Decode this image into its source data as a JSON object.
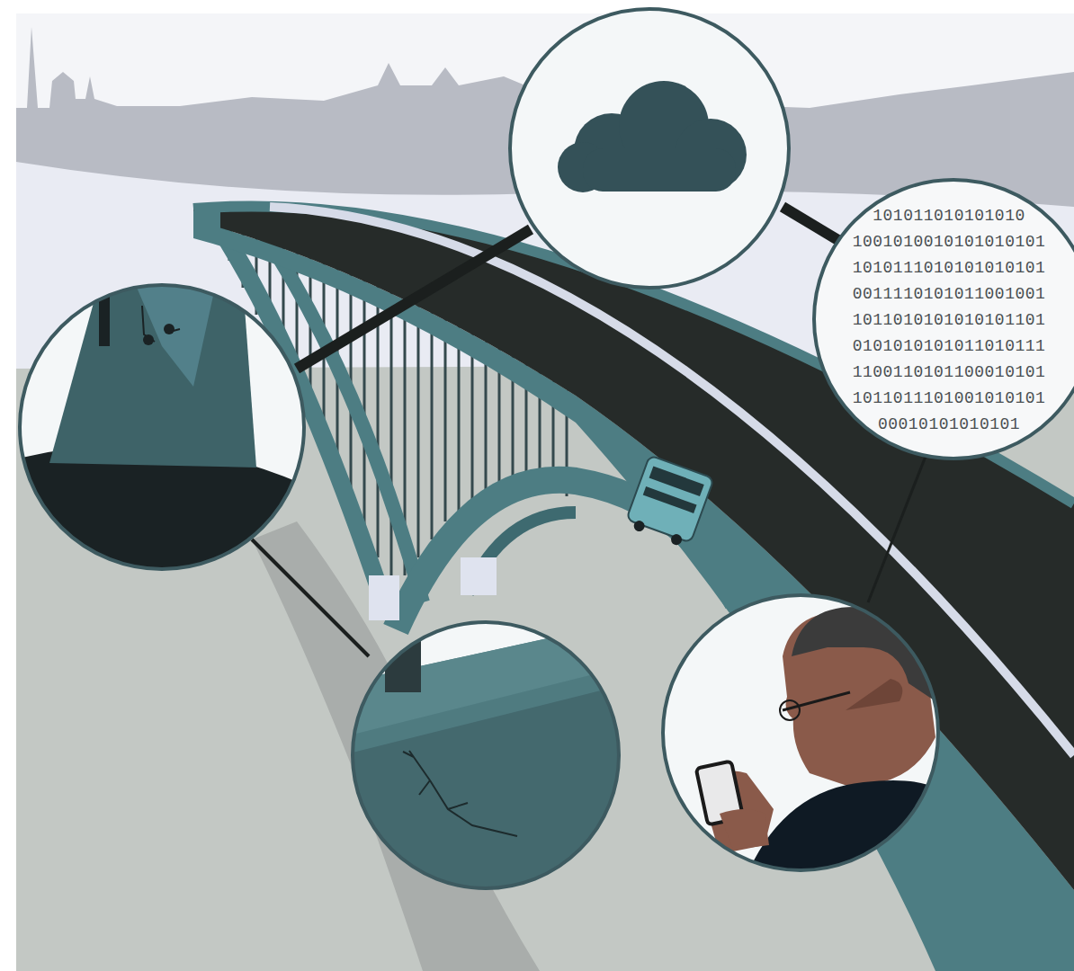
{
  "diagram": {
    "labels": [
      "101011010101010",
      "1001010010101010101",
      "1010111010101010101",
      "0011110101011001001",
      "1011010101010101101",
      "0101010101011010111",
      "1100110101100010101",
      "1011011101001010101",
      "00010101010101"
    ]
  }
}
